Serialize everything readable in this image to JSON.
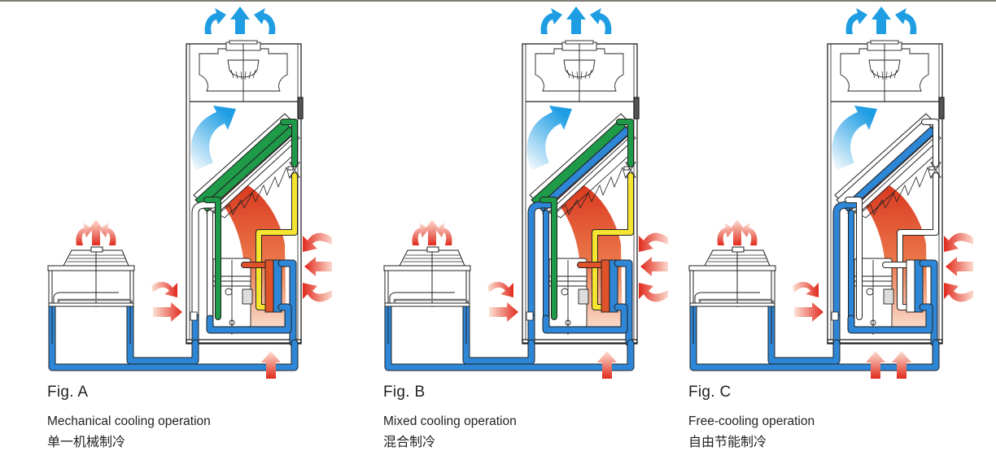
{
  "figures": [
    {
      "id": "A",
      "label": "Fig. A",
      "mode_en": "Mechanical cooling operation",
      "mode_zh": "单一机械制冷",
      "coil_circuits": [
        "refrigerant"
      ],
      "refrigerant_active": true,
      "water_coil_active": false,
      "bottom_inlet_arrows": 1
    },
    {
      "id": "B",
      "label": "Fig. B",
      "mode_en": "Mixed cooling operation",
      "mode_zh": "混合制冷",
      "coil_circuits": [
        "refrigerant",
        "water"
      ],
      "refrigerant_active": true,
      "water_coil_active": true,
      "bottom_inlet_arrows": 1
    },
    {
      "id": "C",
      "label": "Fig. C",
      "mode_en": "Free-cooling operation",
      "mode_zh": "自由节能制冷",
      "coil_circuits": [
        "water"
      ],
      "refrigerant_active": false,
      "water_coil_active": true,
      "bottom_inlet_arrows": 2
    }
  ],
  "colors": {
    "water_loop": "#2e86d6",
    "refrigerant_gas": "#1e9a48",
    "refrigerant_liquid": "#f5e530",
    "hot_discharge": "#e0522a",
    "inactive_pipe": "#ffffff",
    "cool_air": "#1e9de3",
    "warm_air": "#e2452a",
    "outline": "#222222",
    "top_border": "#7c7c72"
  }
}
